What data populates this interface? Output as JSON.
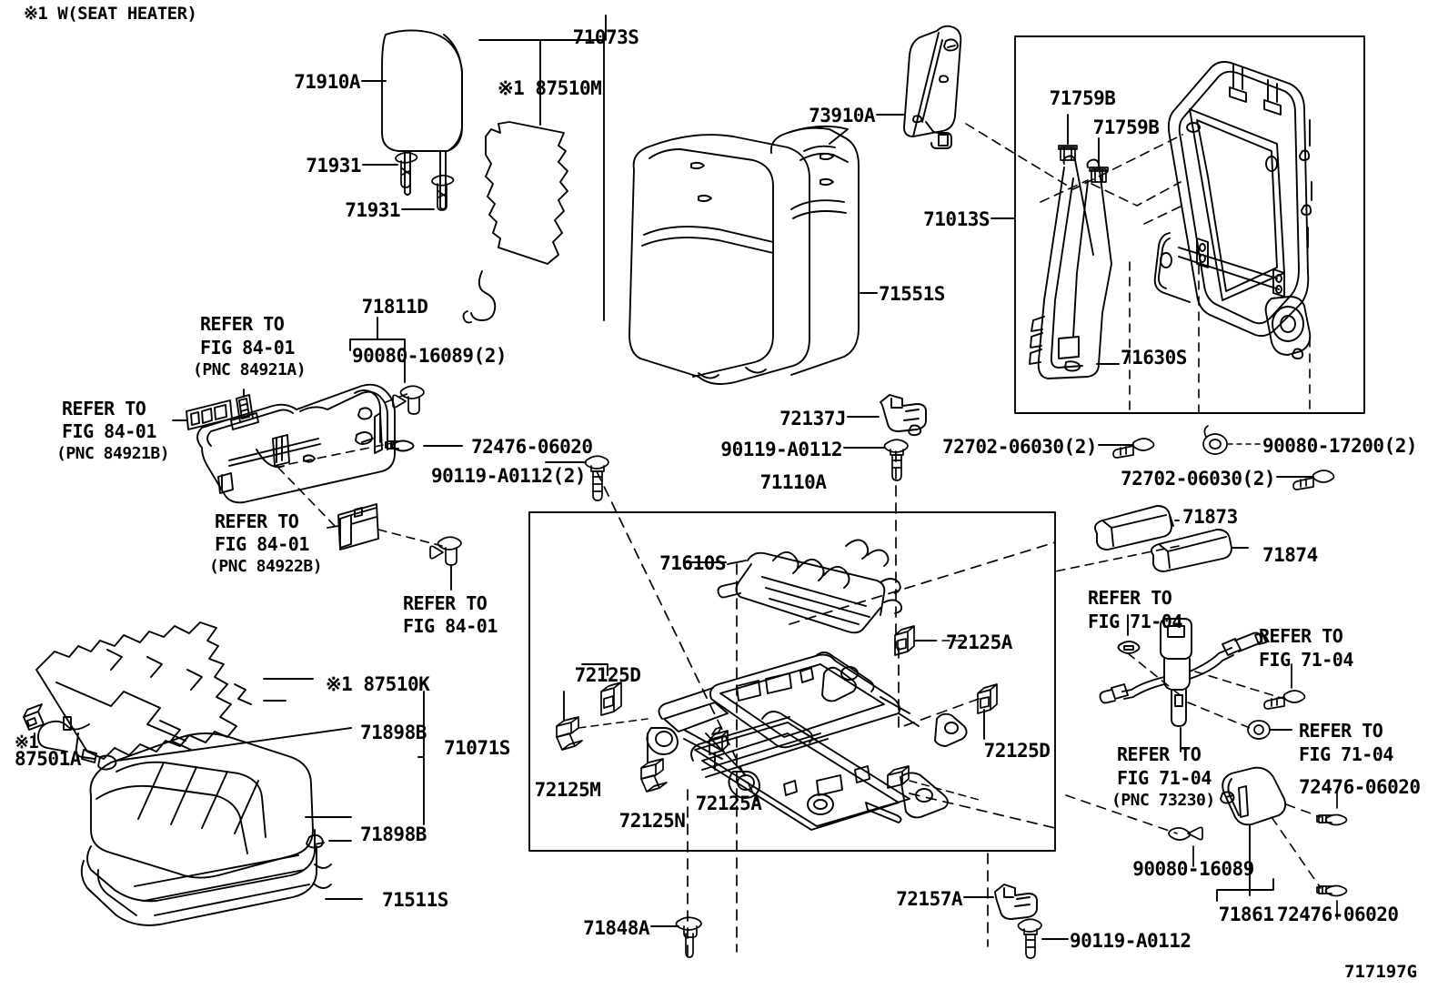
{
  "diagram": {
    "id": "717197G",
    "note": "※1 W(SEAT HEATER)",
    "title": "Front Seat & Seat Track Exploded Parts Diagram"
  },
  "labels": {
    "headrest": "71910A",
    "headrest_bolt_1": "71931",
    "headrest_bolt_2": "71931",
    "seatback_cover": "71073S",
    "seatback_heater": "※1 87510M",
    "seatback_pad": "71551S",
    "side_shield": "73910A",
    "frame_assy": "71013S",
    "frame_clip_1": "71759B",
    "frame_clip_2": "71759B",
    "recliner_cable": "71630S",
    "adjuster_cover": "71811D",
    "adjuster_screw": "90080-16089(2)",
    "refer_84_01_a_l1": "REFER TO",
    "refer_84_01_a_l2": "FIG 84-01",
    "refer_84_01_a_l3": "(PNC 84921A)",
    "refer_84_01_b_l1": "REFER TO",
    "refer_84_01_b_l2": "FIG 84-01",
    "refer_84_01_b_l3": "(PNC 84921B)",
    "refer_84_01_c_l1": "REFER TO",
    "refer_84_01_c_l2": "FIG 84-01",
    "refer_84_01_c_l3": "(PNC 84922B)",
    "refer_84_01_d_l1": "REFER TO",
    "refer_84_01_d_l2": "FIG 84-01",
    "bolt_72476_06020_a": "72476-06020",
    "bolt_90119_a0112_2": "90119-A0112(2)",
    "clamp_72137J": "72137J",
    "bolt_90119_a0112_b": "90119-A0112",
    "track_assy": "71110A",
    "spring_71610S": "71610S",
    "clip_72125A_a": "72125A",
    "clip_72125D_a": "72125D",
    "clip_72125D_b": "72125D",
    "clip_72125M": "72125M",
    "clip_72125N": "72125N",
    "clip_72125A_b": "72125A",
    "bolt_72702_06030_a": "72702-06030(2)",
    "bolt_72702_06030_b": "72702-06030(2)",
    "nut_90080_17200_2": "90080-17200(2)",
    "cover_71873": "71873",
    "cover_71874": "71874",
    "refer_71_04_a_l1": "REFER TO",
    "refer_71_04_a_l2": "FIG 71-04",
    "refer_71_04_b_l1": "REFER TO",
    "refer_71_04_b_l2": "FIG 71-04",
    "refer_71_04_c_l1": "REFER TO",
    "refer_71_04_c_l2": "FIG 71-04",
    "refer_71_04_d_l1": "REFER TO",
    "refer_71_04_d_l2": "FIG 71-04",
    "refer_71_04_e_l1": "REFER TO",
    "refer_71_04_e_l2": "FIG 71-04",
    "refer_71_04_e_l3": "(PNC 73230)",
    "cushion_heater": "※1 87510K",
    "cushion_hook_a": "71898B",
    "cushion_hook_b": "71898B",
    "cushion_connector_note": "※1",
    "cushion_connector": "87501A",
    "cushion_assy": "71071S",
    "cushion_pad": "71511S",
    "screw_71848A": "71848A",
    "clamp_72157A": "72157A",
    "bolt_90119_a0112_c": "90119-A0112",
    "bolt_90080_16089": "90080-16089",
    "hinge_cover_71861": "71861",
    "bolt_72476_06020_b": "72476-06020",
    "bolt_72476_06020_c": "72476-06020"
  }
}
